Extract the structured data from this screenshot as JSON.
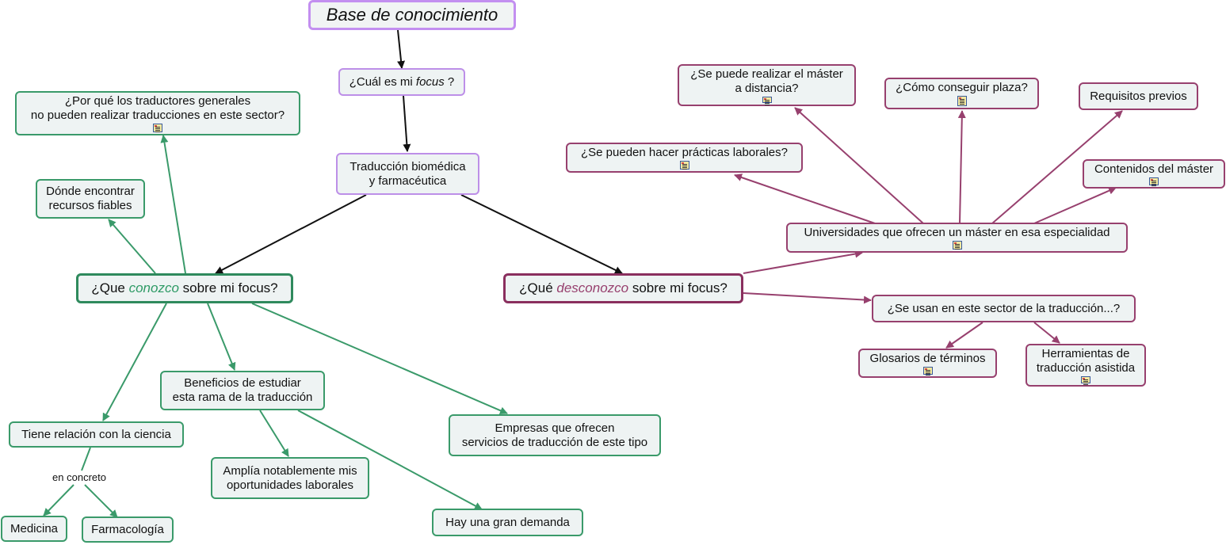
{
  "colors": {
    "green": "#3a9a6a",
    "magenta": "#97406e",
    "purple": "#bd8fe8",
    "black": "#111111",
    "node_fill": "#eef3f3"
  },
  "root": {
    "label": "Base de conocimiento"
  },
  "focus_question": {
    "prefix": "¿Cuál es mi ",
    "emph": "focus",
    "suffix": " ?"
  },
  "focus": {
    "line1": "Traducción biomédica",
    "line2": "y farmacéutica"
  },
  "known": {
    "prefix": "¿Que ",
    "emph": "conozco",
    "suffix": "  sobre mi focus?",
    "why_line1": "¿Por qué los traductores generales",
    "why_line2": "no pueden realizar traducciones en este sector?",
    "resources_line1": "Dónde encontrar",
    "resources_line2": "recursos fiables",
    "science": "Tiene relación con la ciencia",
    "linking_phrase": "en concreto",
    "medicine": "Medicina",
    "pharmacology": "Farmacología",
    "benefits_line1": "Beneficios de estudiar",
    "benefits_line2": "esta rama de la traducción",
    "opportunities_line1": "Amplía notablemente mis",
    "opportunities_line2": "oportunidades laborales",
    "demand": "Hay una gran demanda",
    "companies_line1": "Empresas que ofrecen",
    "companies_line2": "servicios de traducción de este tipo"
  },
  "unknown": {
    "prefix": "¿Qué ",
    "emph": "desconozco",
    "suffix": "  sobre mi focus?",
    "universities": "Universidades que ofrecen un máster en esa especialidad",
    "distance_line1": "¿Se puede realizar el máster",
    "distance_line2": "a distancia?",
    "place": "¿Cómo conseguir plaza?",
    "requirements": "Requisitos previos",
    "internships": "¿Se pueden hacer prácticas laborales?",
    "contents": "Contenidos del máster",
    "used": "¿Se usan en este sector de la traducción...?",
    "glossaries": "Glosarios de términos",
    "tools_line1": "Herramientas de",
    "tools_line2": "traducción asistida"
  },
  "icons": {
    "resource": "document-note-icon"
  }
}
